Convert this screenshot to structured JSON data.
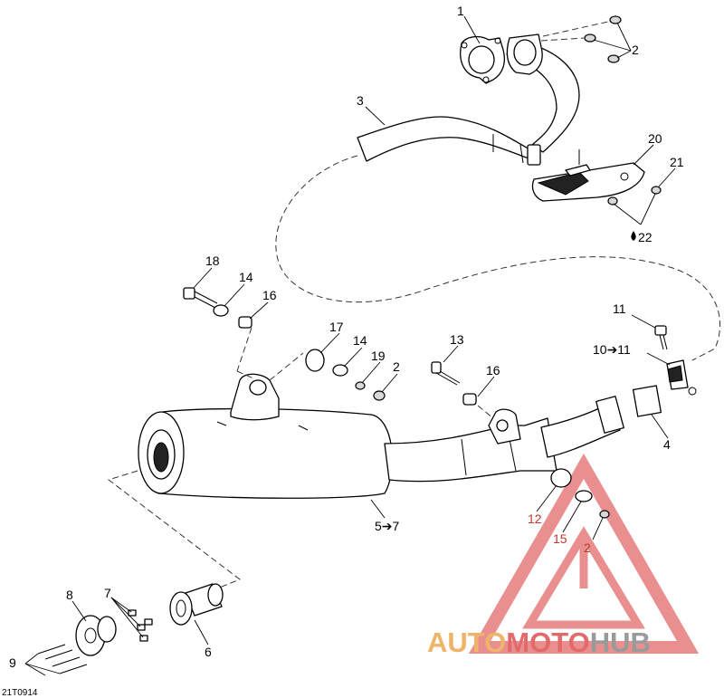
{
  "diagram_code": "21T0914",
  "labels": {
    "l1": "1",
    "l2a": "2",
    "l3": "3",
    "l20": "20",
    "l21": "21",
    "l22": "22",
    "l18": "18",
    "l14a": "14",
    "l16a": "16",
    "l11": "11",
    "l10_11": "10➔11",
    "l17": "17",
    "l14b": "14",
    "l19": "19",
    "l2b": "2",
    "l13": "13",
    "l16b": "16",
    "l4": "4",
    "l5_7": "5➔7",
    "l12": "12",
    "l15": "15",
    "l2c": "2",
    "l8": "8",
    "l7": "7",
    "l9": "9",
    "l6": "6"
  },
  "watermark": {
    "part1": "AUTO",
    "part2": "MOTO",
    "part3": "HUB",
    "color_orange": "#f0b36a",
    "color_red": "#e05a5a",
    "color_gray": "#9a9a9a"
  }
}
